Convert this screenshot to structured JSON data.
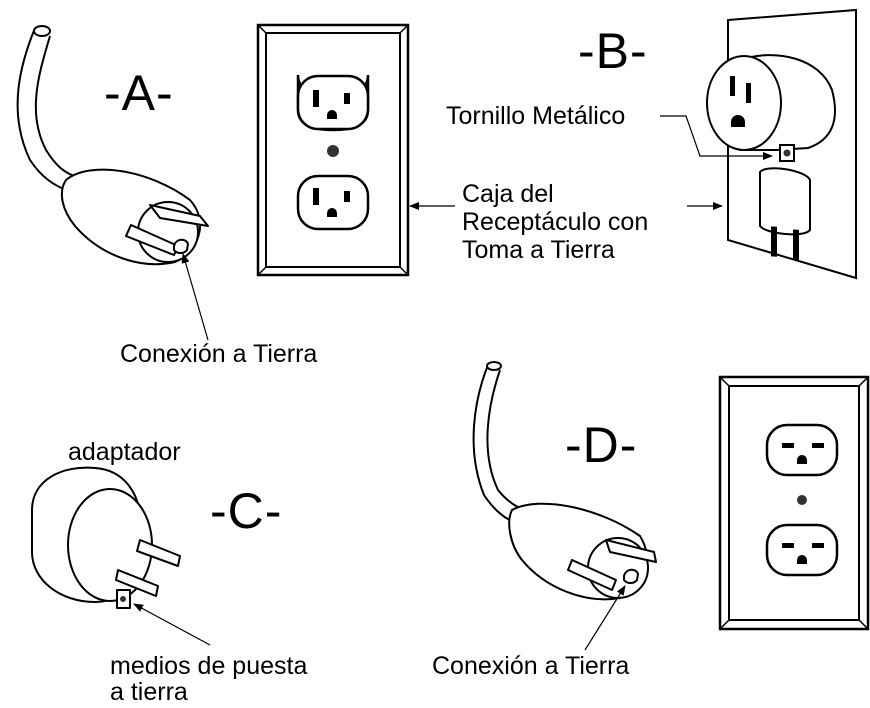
{
  "figures": {
    "a": {
      "tag": "-A-",
      "ground_label": "Conexión a Tierra"
    },
    "b": {
      "tag": "-B-",
      "screw_label": "Tornillo Metálico"
    },
    "box_label": [
      "Caja del",
      "Receptáculo con",
      "Toma a Tierra"
    ],
    "c": {
      "tag": "-C-",
      "adapter_label": "adaptador",
      "grounding_label": [
        "medios de puesta",
        "a tierra"
      ]
    },
    "d": {
      "tag": "-D-",
      "ground_label": "Conexión a Tierra"
    }
  },
  "colors": {
    "line": "#000000",
    "fill": "#ffffff",
    "hole": "#000000",
    "screw": "#333333"
  }
}
